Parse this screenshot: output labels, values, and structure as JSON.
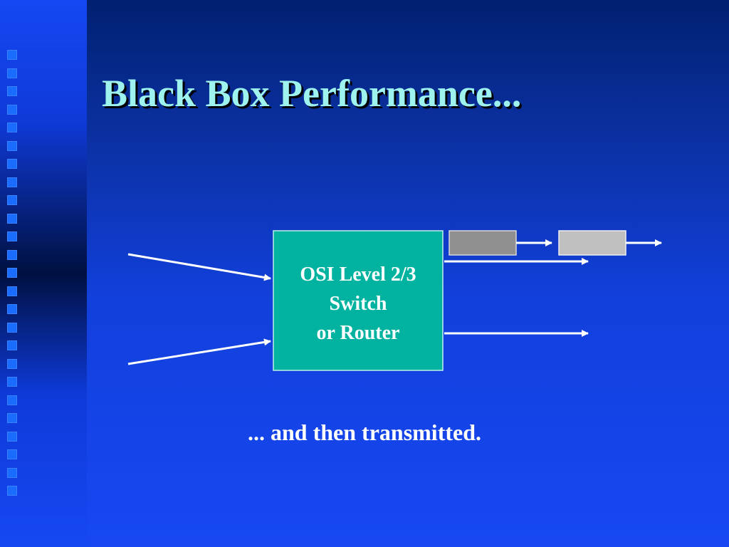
{
  "slide": {
    "title": "Black Box Performance...",
    "caption": "... and then transmitted."
  },
  "device": {
    "lines": [
      "OSI Level 2/3",
      "Switch",
      "or Router"
    ],
    "fill": "#00b3a0"
  },
  "packets": [
    {
      "name": "packet-queued",
      "color": "#909090"
    },
    {
      "name": "packet-transmitted",
      "color": "#c0c0c0"
    }
  ],
  "colors": {
    "title": "#9ff3ef",
    "text": "#ffffff",
    "arrows": "#ffffff"
  }
}
